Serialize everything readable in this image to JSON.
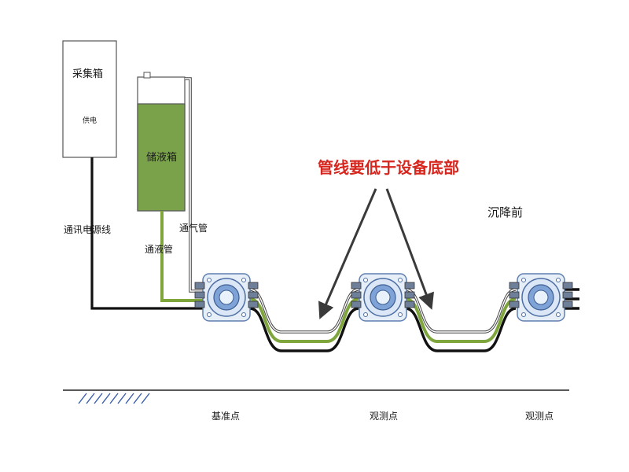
{
  "collector_box": {
    "title": "采集箱",
    "power": "供电"
  },
  "liquid_tank": {
    "title": "储液箱"
  },
  "pipes": {
    "comm_power_line": "通讯电源线",
    "liquid_pipe": "通液管",
    "air_pipe": "通气管"
  },
  "note": "管线要低于设备底部",
  "state": "沉降前",
  "points": {
    "reference": "基准点",
    "observe_1": "观测点",
    "observe_2": "观测点"
  },
  "colors": {
    "liquid_green": "#7fa63d",
    "tank_fill": "#7aa24b",
    "sensor_blue": "#7fa3d6",
    "note_red": "#d7261e",
    "line_black": "#111111"
  },
  "icons": [
    "sensor-device-icon",
    "ground-hatch-icon",
    "arrow-icon"
  ]
}
